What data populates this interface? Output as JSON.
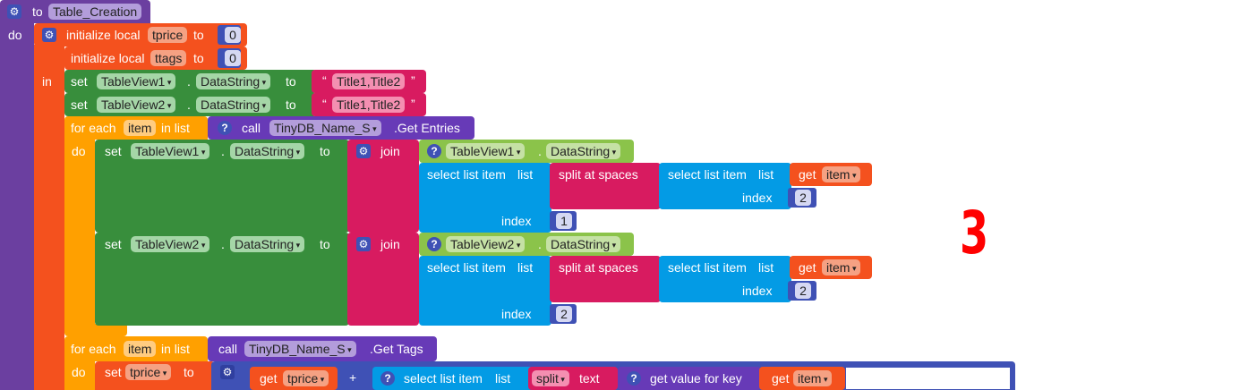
{
  "procedure": {
    "to_kw": "to",
    "name": "Table_Creation",
    "do_kw": "do"
  },
  "init1": {
    "label": "initialize local",
    "var": "tprice",
    "to_kw": "to",
    "value": "0",
    "in_kw": "in"
  },
  "init2": {
    "label": "initialize local",
    "var": "ttags",
    "to_kw": "to",
    "value": "0"
  },
  "set_rows": [
    {
      "set_kw": "set",
      "component": "TableView1",
      "dot": ".",
      "property": "DataString",
      "to_kw": "to",
      "value": "Title1,Title2"
    },
    {
      "set_kw": "set",
      "component": "TableView2",
      "dot": ".",
      "property": "DataString",
      "to_kw": "to",
      "value": "Title1,Title2"
    }
  ],
  "quote_open": "“",
  "quote_close": "”",
  "foreach1": {
    "for_each": "for each",
    "var": "item",
    "in_list": "in list",
    "do_kw": "do",
    "call_kw": "call",
    "component": "TinyDB_Name_S",
    "method": ".Get Entries"
  },
  "inner_blocks": [
    {
      "set_kw": "set",
      "component": "TableView1",
      "dot": ".",
      "property": "DataString",
      "to_kw": "to",
      "join": "join",
      "join_component": "TableView1",
      "join_property": "DataString",
      "select_label": "select list item",
      "list_kw": "list",
      "split_label": "split at spaces",
      "inner_select": "select list item",
      "inner_list": "list",
      "get_kw": "get",
      "get_var": "item",
      "index_kw": "index",
      "inner_index": "2",
      "outer_index_kw": "index",
      "outer_index": "1"
    },
    {
      "set_kw": "set",
      "component": "TableView2",
      "dot": ".",
      "property": "DataString",
      "to_kw": "to",
      "join": "join",
      "join_component": "TableView2",
      "join_property": "DataString",
      "select_label": "select list item",
      "list_kw": "list",
      "split_label": "split at spaces",
      "inner_select": "select list item",
      "inner_list": "list",
      "get_kw": "get",
      "get_var": "item",
      "index_kw": "index",
      "inner_index": "2",
      "outer_index_kw": "index",
      "outer_index": "2"
    }
  ],
  "foreach2": {
    "for_each": "for each",
    "var": "item",
    "in_list": "in list",
    "do_kw": "do",
    "call_kw": "call",
    "component": "TinyDB_Name_S",
    "method": ".Get Tags"
  },
  "set_tprice": {
    "set_kw": "set",
    "var": "tprice",
    "to_kw": "to",
    "get_kw": "get",
    "get_var": "tprice",
    "plus": "+",
    "select_label": "select list item",
    "list_kw": "list",
    "split": "split",
    "text_kw": "text",
    "value_for_key": "get value for key",
    "get2_kw": "get",
    "get2_var": "item"
  },
  "annotation": "3",
  "icons": {
    "gear": "gear-icon",
    "help": "help-icon"
  },
  "colors": {
    "procedure": "#6b3fa0",
    "local_var": "#f4511e",
    "math": "#3f51b5",
    "component_set": "#388e3c",
    "component_get": "#8bc34a",
    "text": "#d81b60",
    "control": "#ffa000",
    "list": "#039be5",
    "call": "#673ab7",
    "annotation": "#ff0000"
  }
}
